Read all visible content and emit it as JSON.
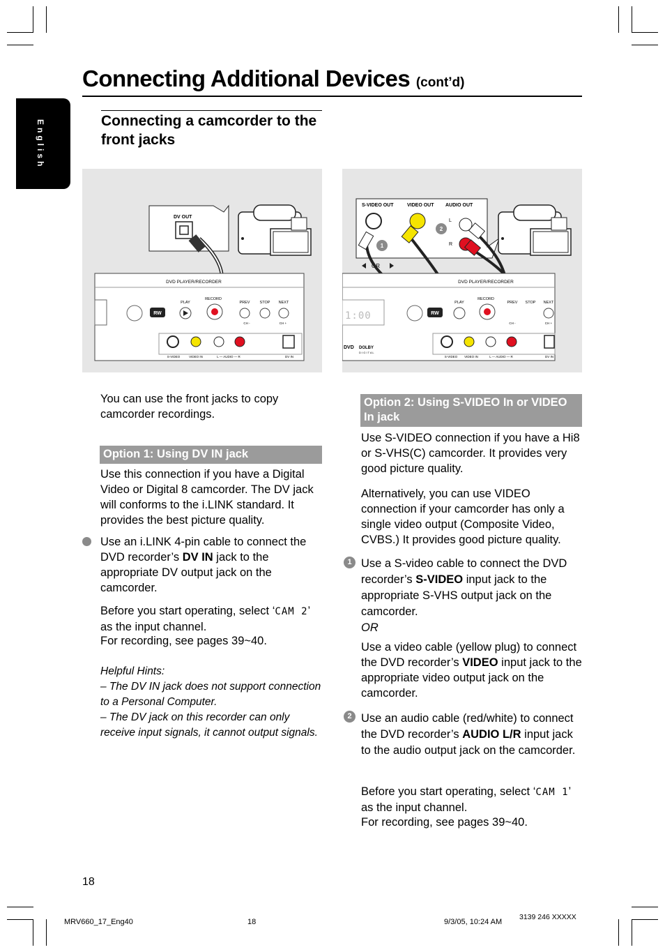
{
  "header": {
    "title": "Connecting Additional Devices",
    "title_suffix": "(cont’d)"
  },
  "language_tab": "English",
  "section_title": "Connecting a camcorder to the front jacks",
  "figure_left": {
    "labels": {
      "dv_out": "DV OUT",
      "device": "DVD PLAYER/RECORDER",
      "play": "PLAY",
      "record": "RECORD",
      "prev": "PREV",
      "stop": "STOP",
      "next": "NEXT",
      "ch_minus": "CH -",
      "ch_plus": "CH +",
      "svideo": "S-VIDEO",
      "video_in": "VIDEO IN",
      "audio_lr": "L — AUDIO — R",
      "dv_in": "DV IN",
      "rw": "RW"
    }
  },
  "figure_right": {
    "labels": {
      "svideo_out": "S-VIDEO OUT",
      "video_out": "VIDEO OUT",
      "audio_out": "AUDIO OUT",
      "l": "L",
      "r": "R",
      "or": "OR",
      "step1": "1",
      "step2": "2",
      "device": "DVD PLAYER/RECORDER",
      "play": "PLAY",
      "record": "RECORD",
      "prev": "PREV",
      "stop": "STOP",
      "next": "NEXT",
      "ch_minus": "CH -",
      "ch_plus": "CH +",
      "svideo": "S-VIDEO",
      "video_in": "VIDEO IN",
      "audio_lr": "L — AUDIO — R",
      "dv_in": "DV IN",
      "rw": "RW",
      "dvd": "DVD",
      "dolby": "DOLBY",
      "digital": "D I G I T A L"
    }
  },
  "left": {
    "intro": "You can use the front jacks to copy camcorder recordings.",
    "option1_title": "Option 1: Using DV IN jack",
    "option1_body": "Use this connection if you have a Digital Video or Digital 8 camcorder. The DV jack will conforms to the i.LINK standard. It provides the best picture quality.",
    "bullet_text_1": "Use an i.LINK 4-pin cable to connect the DVD recorder’s",
    "bullet_bold": "DV IN",
    "bullet_text_2": "jack to the appropriate DV output jack on the camcorder.",
    "select_text_1": "Before you start operating, select ‘",
    "select_channel": "CAM 2",
    "select_text_2": "’ as the input channel.",
    "recording": "For recording, see pages 39~40.",
    "hints_title": "Helpful Hints:",
    "hint1": "–  The DV IN jack does not support connection to a Personal Computer.",
    "hint2": "–  The DV jack on this recorder can only receive input signals, it cannot output signals."
  },
  "right": {
    "option2_title": "Option 2: Using S-VIDEO In or VIDEO In jack",
    "p1": "Use S-VIDEO connection if you have a Hi8 or S-VHS(C) camcorder.  It provides very good picture quality.",
    "p2": "Alternatively, you can use VIDEO connection if your camcorder has only a single video output (Composite Video, CVBS.)  It provides good picture quality.",
    "step1_num": "1",
    "step1_a": "Use a S-video cable to connect the DVD recorder’s",
    "step1_bold": "S-VIDEO",
    "step1_b": "input jack to the appropriate S-VHS output jack on the camcorder.",
    "or": "OR",
    "step1_c": "Use a video cable (yellow plug) to connect the DVD recorder’s",
    "step1_bold2": "VIDEO",
    "step1_d": "input jack to the appropriate video output jack on the camcorder.",
    "step2_num": "2",
    "step2_a": "Use an audio cable (red/white) to connect the DVD recorder’s",
    "step2_bold": "AUDIO L/R",
    "step2_b": "input jack to the audio output jack on the camcorder.",
    "select_text_1": "Before you start operating, select ‘",
    "select_channel": "CAM 1",
    "select_text_2": "’ as the input channel.",
    "recording": "For recording, see pages 39~40."
  },
  "page_number": "18",
  "footer": {
    "file": "MRV660_17_Eng40",
    "page": "18",
    "date": "9/3/05, 10:24 AM",
    "code": "3139 246 XXXXX"
  },
  "colors": {
    "banner": "#9b9b9b",
    "panel": "#e6e6e6",
    "yellow": "#f5e400",
    "red": "#e01020"
  }
}
